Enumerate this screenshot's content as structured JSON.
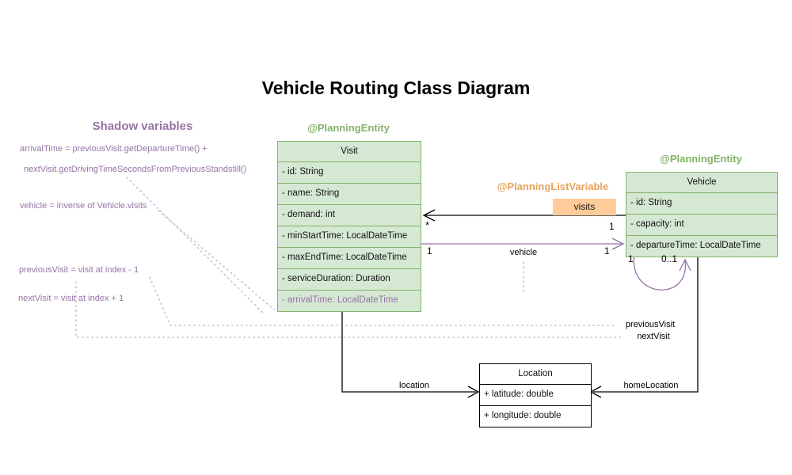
{
  "title": "Vehicle Routing Class Diagram",
  "shadow": {
    "heading": "Shadow variables",
    "lines": [
      "arrivalTime = previousVisit.getDepartureTime() +",
      "nextVisit.getDrivingTimeSecondsFromPreviousStandstill()",
      "vehicle = inverse of Vehicle.visits",
      "previousVisit = visit at index - 1",
      "nextVisit = visit at index + 1"
    ]
  },
  "visit": {
    "annotation": "@PlanningEntity",
    "name": "Visit",
    "attributes": [
      "- id: String",
      "- name: String",
      "- demand: int",
      "- minStartTime: LocalDateTime",
      "- maxEndTime: LocalDateTime",
      "- serviceDuration: Duration"
    ],
    "shadow_attribute": "- arrivalTime: LocalDateTime"
  },
  "vehicle": {
    "annotation": "@PlanningEntity",
    "name": "Vehicle",
    "attributes": [
      "- id: String",
      "- capacity: int",
      "- departureTime: LocalDateTime"
    ]
  },
  "location": {
    "name": "Location",
    "attributes": [
      "+ latitude: double",
      "+ longitude: double"
    ]
  },
  "relations": {
    "visits": {
      "annotation": "@PlanningListVariable",
      "label": "visits",
      "visit_multiplicity": "*",
      "vehicle_multiplicity": "1"
    },
    "vehicle_ref": {
      "label": "vehicle",
      "visit_multiplicity": "1",
      "vehicle_multiplicity": "1"
    },
    "chain": {
      "source_multiplicity": "1",
      "target_multiplicity": "0..1",
      "previous_label": "previousVisit",
      "next_label": "nextVisit"
    },
    "location_ref": {
      "label": "location"
    },
    "home_location_ref": {
      "label": "homeLocation"
    }
  },
  "colors": {
    "class_fill_green": "#d5e8d4",
    "class_stroke_green": "#82b366",
    "shadow_purple": "#9673a6",
    "visits_chip_fill": "#ffcc99",
    "list_variable_orange": "#e8a25a"
  }
}
